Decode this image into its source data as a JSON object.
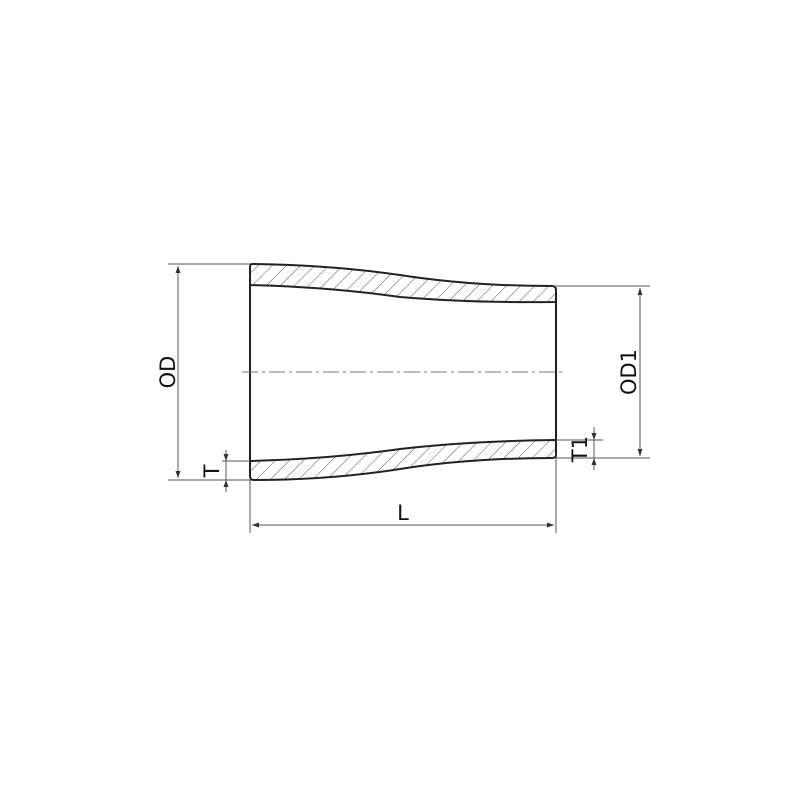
{
  "drawing": {
    "subject": "concentric pipe reducer cross-section",
    "labels": {
      "od": "OD",
      "od1": "OD1",
      "t": "T",
      "t1": "T1",
      "l": "L"
    },
    "colors": {
      "line": "#222222",
      "dimension": "#555555",
      "centerline": "#777777",
      "background": "#ffffff"
    }
  }
}
